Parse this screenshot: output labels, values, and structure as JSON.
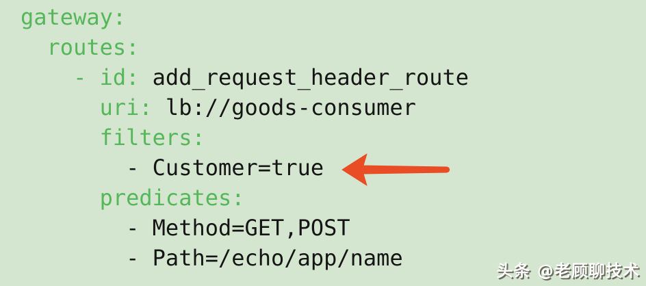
{
  "page": {
    "background_color": "#d4e6d0"
  },
  "code": {
    "language": "yaml",
    "key_color": "#56b75a",
    "value_color": "#151515",
    "lines": [
      {
        "green": "gateway:",
        "dark": ""
      },
      {
        "green": "  routes:",
        "dark": ""
      },
      {
        "green": "    - id: ",
        "dark": "add_request_header_route"
      },
      {
        "green": "      uri: ",
        "dark": "lb://goods-consumer"
      },
      {
        "green": "      filters:",
        "dark": ""
      },
      {
        "green": "        ",
        "dark": "- Customer=true"
      },
      {
        "green": "      predicates:",
        "dark": ""
      },
      {
        "green": "        ",
        "dark": "- Method=GET,POST"
      },
      {
        "green": "        ",
        "dark": "- Path=/echo/app/name"
      }
    ]
  },
  "annotation": {
    "arrow_color": "#e84d26",
    "direction": "left"
  },
  "watermark": {
    "text": "头条 @老顾聊技术",
    "color": "#ffffff",
    "shadow_color": "#5c5c4e"
  }
}
